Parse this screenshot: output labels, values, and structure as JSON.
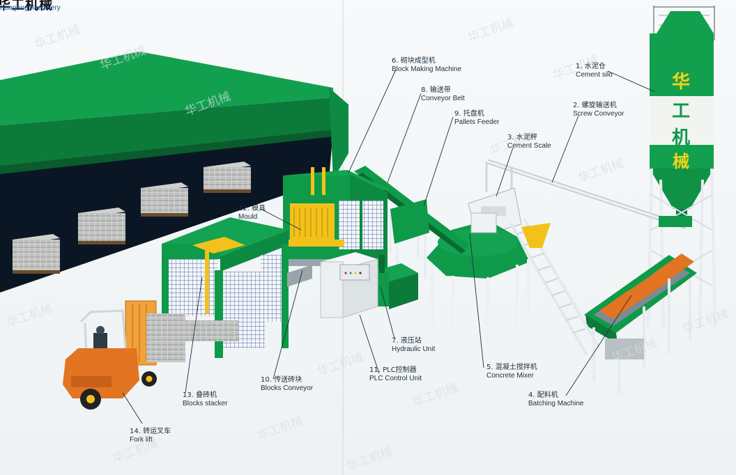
{
  "brand": {
    "name_cn": "华工机械",
    "name_en": "HuagongMachinery",
    "silo_text": [
      "华",
      "工",
      "机",
      "械"
    ]
  },
  "watermark": "华工机械",
  "callouts": [
    {
      "id": "c1",
      "num": "1.",
      "cn": "水泥仓",
      "en": "Cement silo"
    },
    {
      "id": "c2",
      "num": "2.",
      "cn": "螺旋输送机",
      "en": "Screw Conveyor"
    },
    {
      "id": "c3",
      "num": "3.",
      "cn": "水泥秤",
      "en": "Cement Scale"
    },
    {
      "id": "c4",
      "num": "4.",
      "cn": "配料机",
      "en": "Batching Machine"
    },
    {
      "id": "c5",
      "num": "5.",
      "cn": "混凝土搅拌机",
      "en": "Concrete Mixer"
    },
    {
      "id": "c6",
      "num": "6.",
      "cn": "砌块成型机",
      "en": "Block Making Machine"
    },
    {
      "id": "c7",
      "num": "7.",
      "cn": "液压站",
      "en": "Hydraulic Unit"
    },
    {
      "id": "c8",
      "num": "8.",
      "cn": "输送带",
      "en": "Conveyor Belt"
    },
    {
      "id": "c9",
      "num": "9.",
      "cn": "托盘机",
      "en": "Pallets Feeder"
    },
    {
      "id": "c10",
      "num": "10.",
      "cn": "传送砖块",
      "en": "Blocks Conveyor"
    },
    {
      "id": "c11",
      "num": "11.",
      "cn": "PLC控制器",
      "en": "PLC Control Unit"
    },
    {
      "id": "c12",
      "num": "12.",
      "cn": "模具",
      "en": "Mould"
    },
    {
      "id": "c13",
      "num": "13.",
      "cn": "叠砖机",
      "en": "Blocks stacker"
    },
    {
      "id": "c14",
      "num": "14.",
      "cn": "转运叉车",
      "en": "Fork lift"
    }
  ],
  "colors": {
    "green": "#0f9a4a",
    "dark_green": "#0a6b33",
    "yellow": "#f2c21b",
    "orange": "#e27422",
    "steel": "#e9eef1",
    "navy": "#0b1a2a"
  }
}
